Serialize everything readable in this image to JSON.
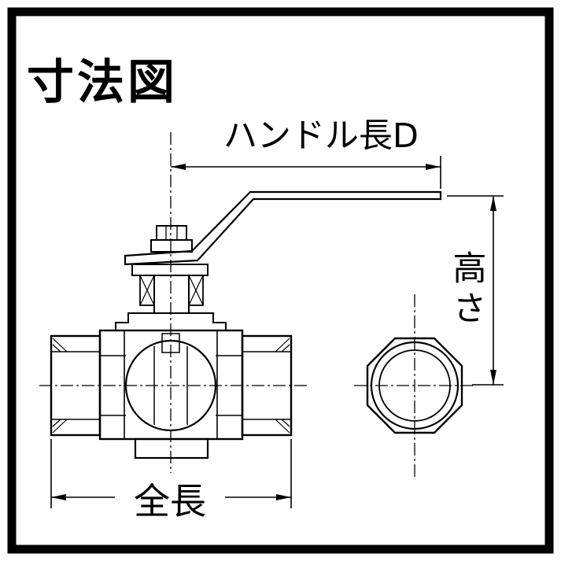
{
  "title": "寸法図",
  "labels": {
    "handle_length": "ハンドル長D",
    "height": "高さ",
    "overall_length": "全長"
  },
  "colors": {
    "line": "#000000",
    "background": "#ffffff"
  }
}
